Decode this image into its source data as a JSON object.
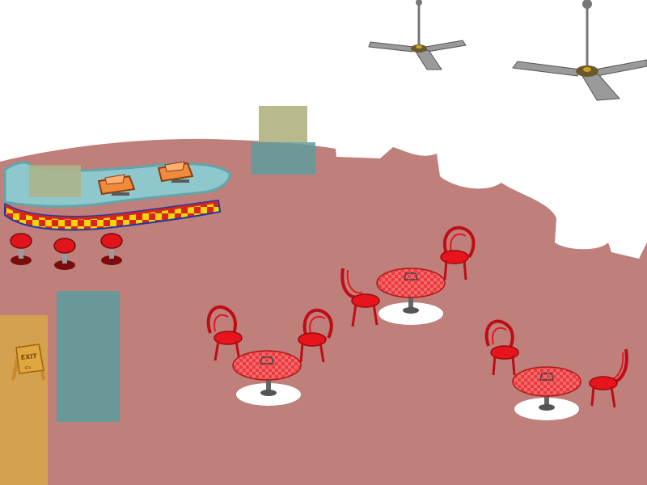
{
  "scene": {
    "type": "diner-floor",
    "colors": {
      "background": "#ffffff",
      "floor": "#bf7f7b",
      "counter_top": "#8fc8cc",
      "counter_rim": "#5fa6ad",
      "checker_a": "#f4d40c",
      "checker_b": "#d9251c",
      "checker_c": "#1f3aa6",
      "register": "#f08a3c",
      "stool": "#e0141a",
      "table": "#ec3b3e",
      "chair": "#e8141c",
      "table_shadow": "#ffffff",
      "zone_teal": "#5f9b9c",
      "zone_olive": "#b0b27e",
      "zone_orange": "#d6a64a",
      "fan_blade": "#9a9a9a"
    },
    "exit_sign": {
      "text": "EXIT",
      "arrow": "⇦"
    },
    "objects": [
      {
        "name": "ceiling-fan",
        "count": 2
      },
      {
        "name": "cash-register",
        "count": 2
      },
      {
        "name": "bar-stool",
        "count": 3
      },
      {
        "name": "dining-table",
        "count": 3
      },
      {
        "name": "chair",
        "count": 6
      }
    ]
  }
}
